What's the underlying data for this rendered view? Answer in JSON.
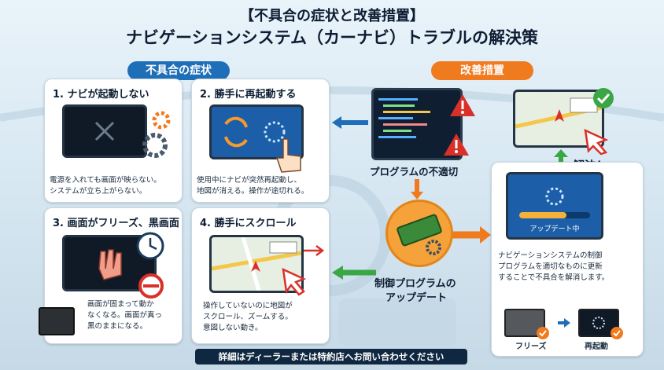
{
  "header": {
    "title": "【不具合の症状と改善措置】",
    "subtitle": "ナビゲーションシステム（カーナビ）トラブルの解決策"
  },
  "sections": {
    "symptoms_label": "不具合の症状",
    "remedy_label": "改善措置"
  },
  "symptoms": [
    {
      "title": "1. ナビが起動しない",
      "desc1": "電源を入れても画面が映らない。",
      "desc2": "システムが立ち上がらない。",
      "icon": "gear-icon"
    },
    {
      "title": "2. 勝手に再起動する",
      "desc1": "使用中にナビが突然再起動し、",
      "desc2": "地図が消える。操作が途切れる。",
      "icon": "refresh-icon"
    },
    {
      "title": "3. 画面がフリーズ、黒画面",
      "desc1": "画面が固まって動か",
      "desc2": "なくなる。画面が真っ",
      "desc3": "黒のままになる。",
      "icon": "hand-stop-icon"
    },
    {
      "title": "4. 勝手にスクロール",
      "desc1": "操作していないのに地図が",
      "desc2": "スクロール、ズームする。",
      "desc3": "意図しない動き。",
      "icon": "cursor-icon"
    }
  ],
  "flow": {
    "cause_label": "プログラムの不適切",
    "update_label1": "制御プログラムの",
    "update_label2": "アップデート",
    "resolved_label": "解決！",
    "updating_text": "アップデート中",
    "explain1": "ナビゲーションシステムの制御",
    "explain2": "プログラムを適切なものに更新",
    "explain3": "することで不具合を解消します。",
    "before_label": "フリーズ",
    "after_label": "再起動"
  },
  "footer": {
    "text": "詳細はディーラーまたは特約店へお問い合わせください"
  },
  "colors": {
    "accent_blue": "#1f6fb8",
    "accent_orange": "#f07a1e",
    "accent_green": "#3aa646",
    "warning_red": "#d9302a"
  }
}
